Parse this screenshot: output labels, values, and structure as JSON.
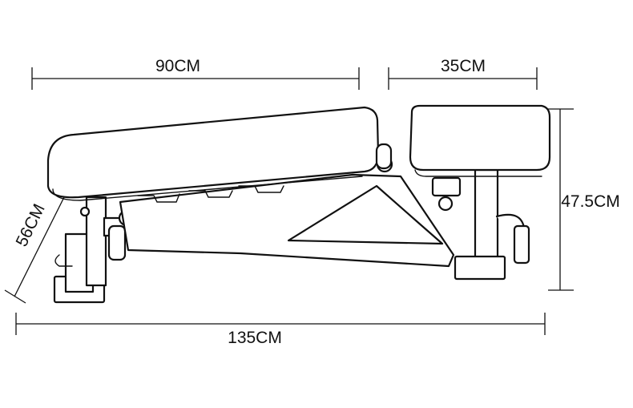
{
  "dimensions": {
    "seat_length": "90CM",
    "footrest_length": "35CM",
    "depth": "56CM",
    "height": "47.5CM",
    "total_length": "135CM"
  },
  "colors": {
    "line": "#111111",
    "background": "#ffffff"
  },
  "icons": [
    "adjustable-weight-bench-icon"
  ]
}
